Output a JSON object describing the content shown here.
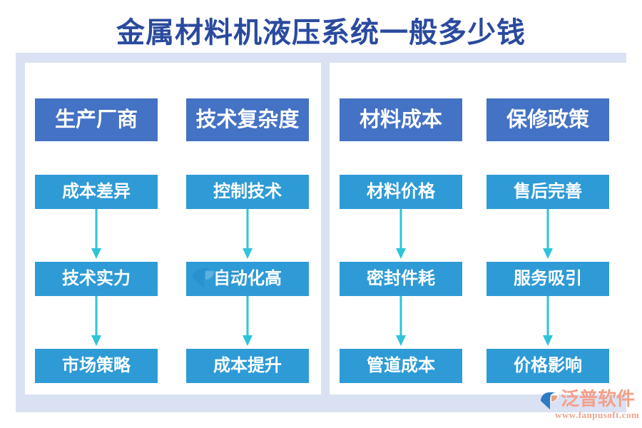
{
  "page": {
    "title": "金属材料机液压系统一般多少钱",
    "title_color": "#2A4A9E",
    "background_color": "#FFFFFF",
    "frame_color": "#DAE1F2",
    "panel_color": "#FFFFFF"
  },
  "theme": {
    "header_box_color": "#4472C4",
    "step_box_color": "#2E9BD6",
    "arrow_color": "#2EC4D9",
    "box_text_color": "#FFFFFF"
  },
  "columns": [
    {
      "header": "生产厂商",
      "steps": [
        "成本差异",
        "技术实力",
        "市场策略"
      ]
    },
    {
      "header": "技术复杂度",
      "steps": [
        "控制技术",
        "自动化高",
        "成本提升"
      ]
    },
    {
      "header": "材料成本",
      "steps": [
        "材料价格",
        "密封件耗",
        "管道成本"
      ]
    },
    {
      "header": "保修政策",
      "steps": [
        "售后完善",
        "服务吸引",
        "价格影响"
      ]
    }
  ],
  "brand": {
    "name": "泛普软件",
    "url": "www.fanpusoft.com",
    "color": "#F2A08A"
  }
}
